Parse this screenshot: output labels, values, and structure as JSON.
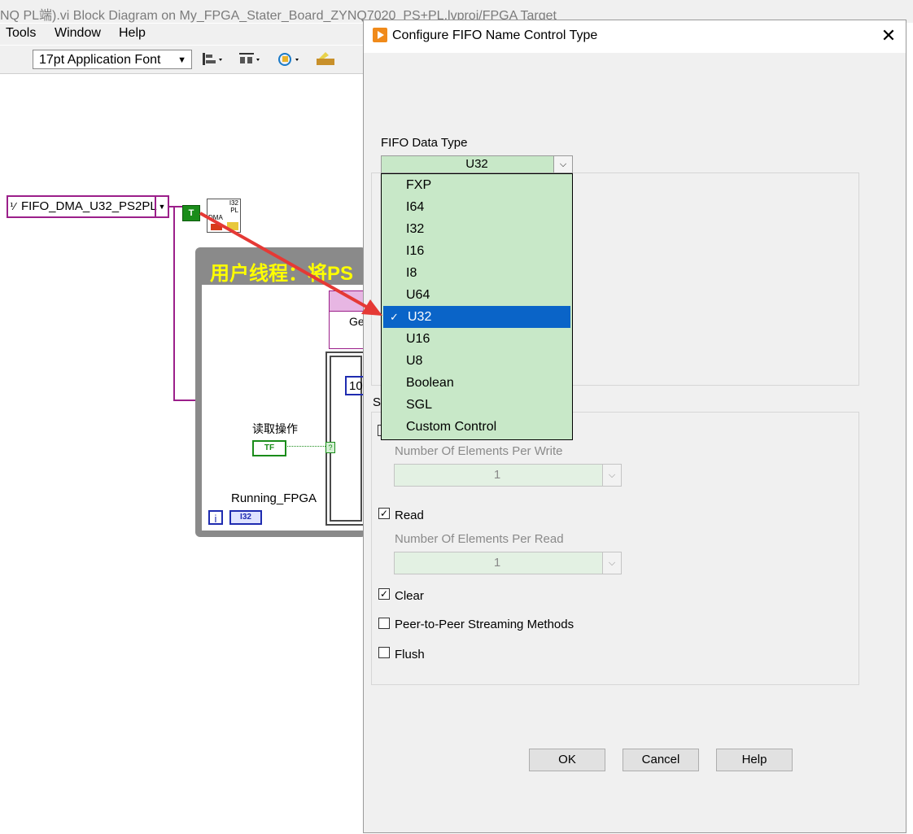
{
  "window": {
    "title": "NQ PL端).vi Block Diagram on My_FPGA_Stater_Board_ZYNQ7020_PS+PL.lvproj/FPGA Target"
  },
  "menubar": {
    "items": [
      "Tools",
      "Window",
      "Help"
    ]
  },
  "toolbar": {
    "font_select": "17pt Application Font"
  },
  "diagram": {
    "fifo_constant": "FIFO_DMA_U32_PS2PL",
    "fifo_prefix": "⅟",
    "true_constant": "T",
    "dma_icon_text": [
      "I32",
      "PL",
      "DMA"
    ],
    "loop_title": "用户线程：将PS",
    "inner_box_text": "Ge",
    "numeric_constant": "10",
    "read_label": "读取操作",
    "tf_indicator": "TF",
    "question_term": "?",
    "running_label": "Running_FPGA",
    "iteration_terminal": "i",
    "i32_indicator": "I32"
  },
  "dialog": {
    "title": "Configure FIFO Name Control Type",
    "fifo_data_type_label": "FIFO Data Type",
    "fifo_data_type_value": "U32",
    "dropdown_options": [
      "FXP",
      "I64",
      "I32",
      "I16",
      "I8",
      "U64",
      "U32",
      "U16",
      "U8",
      "Boolean",
      "SGL",
      "Custom Control"
    ],
    "selected_option": "U32",
    "section_label_fragment": "S",
    "write_elements_label": "Number Of Elements Per Write",
    "write_elements_value": "1",
    "read_checkbox_label": "Read",
    "read_checked": true,
    "read_elements_label": "Number Of Elements Per Read",
    "read_elements_value": "1",
    "clear_checkbox_label": "Clear",
    "clear_checked": true,
    "p2p_checkbox_label": "Peer-to-Peer Streaming Methods",
    "p2p_checked": false,
    "flush_checkbox_label": "Flush",
    "flush_checked": false,
    "buttons": {
      "ok": "OK",
      "cancel": "Cancel",
      "help": "Help"
    },
    "close_glyph": "✕",
    "check_glyph": "✓"
  },
  "colors": {
    "wire_purple": "#9b1f8a",
    "selection_blue": "#0a64c8",
    "dropdown_green": "#c8e8c8",
    "annotation_arrow": "#e53935",
    "loop_title_yellow": "#ffff00"
  }
}
